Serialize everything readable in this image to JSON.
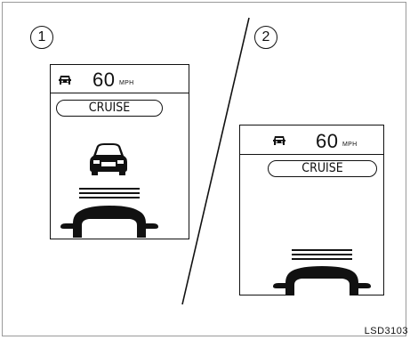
{
  "steps": {
    "step1_label": "1",
    "step2_label": "2"
  },
  "panel1": {
    "speed_value": "60",
    "speed_unit": "MPH",
    "mode_label": "CRUISE"
  },
  "panel2": {
    "speed_value": "60",
    "speed_unit": "MPH",
    "mode_label": "CRUISE"
  },
  "reference_code": "LSD3103",
  "icons": {
    "vehicle_ahead": "car-rear-outline-icon",
    "own_vehicle": "car-rear-filled-icon",
    "set_distance": "distance-bars-icon",
    "speed_set": "car-front-icon"
  },
  "colors": {
    "ink": "#111111",
    "frame": "#9a9a9a",
    "background": "#ffffff"
  }
}
